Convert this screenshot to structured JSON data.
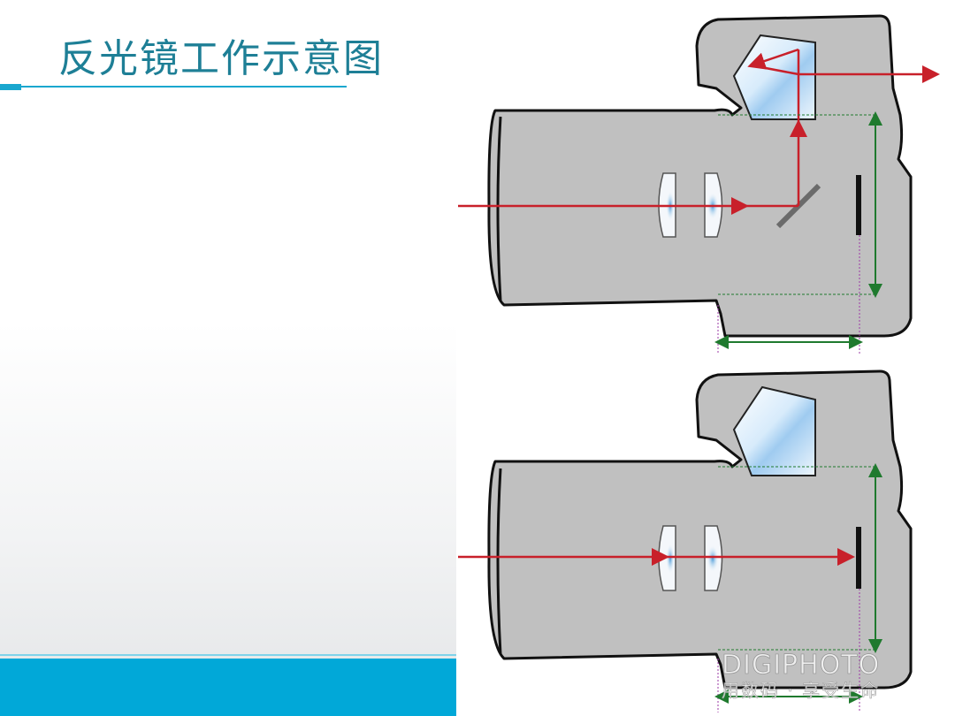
{
  "slide": {
    "title": "反光镜工作示意图"
  },
  "watermark": {
    "brand": "DIGIPHOTO",
    "tagline": "用数码 · 享受生命"
  },
  "colors": {
    "accent": "#1aa7cf",
    "title": "#1e7f96",
    "camera_body": "#bfbfbf",
    "light_ray": "#c8202a",
    "dimension": "#1f7a2e",
    "guide": "#9b3aa6"
  },
  "diagrams": [
    {
      "name": "mirror-down",
      "mirror": "down",
      "prism_path": "lit"
    },
    {
      "name": "mirror-up",
      "mirror": "up",
      "prism_path": "dark"
    }
  ]
}
